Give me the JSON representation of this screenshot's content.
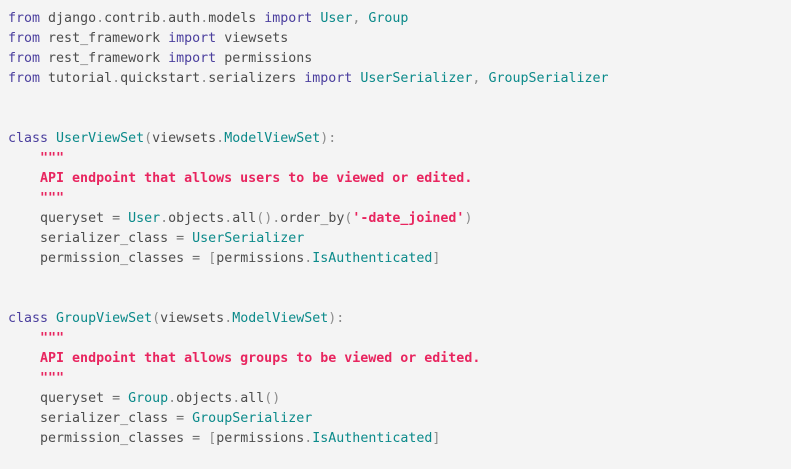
{
  "editor": {
    "language": "python",
    "background_color": "#f4f4f4",
    "colors": {
      "keyword": "#4b3f9e",
      "name": "#0b8a8a",
      "string": "#e8255f",
      "plain": "#4d4d4d",
      "punctuation": "#8c8c8c",
      "operator": "#6e6e6e"
    }
  },
  "code": {
    "lines": [
      {
        "id": 1,
        "tokens": [
          {
            "text": "from",
            "type": "kw"
          },
          {
            "text": " ",
            "type": "plain"
          },
          {
            "text": "django",
            "type": "plain"
          },
          {
            "text": ".",
            "type": "punc"
          },
          {
            "text": "contrib",
            "type": "plain"
          },
          {
            "text": ".",
            "type": "punc"
          },
          {
            "text": "auth",
            "type": "plain"
          },
          {
            "text": ".",
            "type": "punc"
          },
          {
            "text": "models",
            "type": "plain"
          },
          {
            "text": " ",
            "type": "plain"
          },
          {
            "text": "import",
            "type": "kw"
          },
          {
            "text": " ",
            "type": "plain"
          },
          {
            "text": "User",
            "type": "name"
          },
          {
            "text": ",",
            "type": "punc"
          },
          {
            "text": " ",
            "type": "plain"
          },
          {
            "text": "Group",
            "type": "name"
          }
        ]
      },
      {
        "id": 2,
        "tokens": [
          {
            "text": "from",
            "type": "kw"
          },
          {
            "text": " ",
            "type": "plain"
          },
          {
            "text": "rest_framework",
            "type": "plain"
          },
          {
            "text": " ",
            "type": "plain"
          },
          {
            "text": "import",
            "type": "kw"
          },
          {
            "text": " ",
            "type": "plain"
          },
          {
            "text": "viewsets",
            "type": "plain"
          }
        ]
      },
      {
        "id": 3,
        "tokens": [
          {
            "text": "from",
            "type": "kw"
          },
          {
            "text": " ",
            "type": "plain"
          },
          {
            "text": "rest_framework",
            "type": "plain"
          },
          {
            "text": " ",
            "type": "plain"
          },
          {
            "text": "import",
            "type": "kw"
          },
          {
            "text": " ",
            "type": "plain"
          },
          {
            "text": "permissions",
            "type": "plain"
          }
        ]
      },
      {
        "id": 4,
        "tokens": [
          {
            "text": "from",
            "type": "kw"
          },
          {
            "text": " ",
            "type": "plain"
          },
          {
            "text": "tutorial",
            "type": "plain"
          },
          {
            "text": ".",
            "type": "punc"
          },
          {
            "text": "quickstart",
            "type": "plain"
          },
          {
            "text": ".",
            "type": "punc"
          },
          {
            "text": "serializers",
            "type": "plain"
          },
          {
            "text": " ",
            "type": "plain"
          },
          {
            "text": "import",
            "type": "kw"
          },
          {
            "text": " ",
            "type": "plain"
          },
          {
            "text": "UserSerializer",
            "type": "name"
          },
          {
            "text": ",",
            "type": "punc"
          },
          {
            "text": " ",
            "type": "plain"
          },
          {
            "text": "GroupSerializer",
            "type": "name"
          }
        ]
      },
      {
        "id": 5,
        "tokens": []
      },
      {
        "id": 6,
        "tokens": []
      },
      {
        "id": 7,
        "tokens": [
          {
            "text": "class",
            "type": "kw"
          },
          {
            "text": " ",
            "type": "plain"
          },
          {
            "text": "UserViewSet",
            "type": "name"
          },
          {
            "text": "(",
            "type": "punc"
          },
          {
            "text": "viewsets",
            "type": "plain"
          },
          {
            "text": ".",
            "type": "punc"
          },
          {
            "text": "ModelViewSet",
            "type": "name"
          },
          {
            "text": ")",
            "type": "punc"
          },
          {
            "text": ":",
            "type": "punc"
          }
        ]
      },
      {
        "id": 8,
        "tokens": [
          {
            "text": "    ",
            "type": "plain"
          },
          {
            "text": "\"\"\"",
            "type": "str"
          }
        ]
      },
      {
        "id": 9,
        "tokens": [
          {
            "text": "    ",
            "type": "plain"
          },
          {
            "text": "API endpoint that allows users to be viewed or edited.",
            "type": "str"
          }
        ]
      },
      {
        "id": 10,
        "tokens": [
          {
            "text": "    ",
            "type": "plain"
          },
          {
            "text": "\"\"\"",
            "type": "str"
          }
        ]
      },
      {
        "id": 11,
        "tokens": [
          {
            "text": "    ",
            "type": "plain"
          },
          {
            "text": "queryset",
            "type": "plain"
          },
          {
            "text": " ",
            "type": "plain"
          },
          {
            "text": "=",
            "type": "op"
          },
          {
            "text": " ",
            "type": "plain"
          },
          {
            "text": "User",
            "type": "name"
          },
          {
            "text": ".",
            "type": "punc"
          },
          {
            "text": "objects",
            "type": "plain"
          },
          {
            "text": ".",
            "type": "punc"
          },
          {
            "text": "all",
            "type": "plain"
          },
          {
            "text": "()",
            "type": "punc"
          },
          {
            "text": ".",
            "type": "punc"
          },
          {
            "text": "order_by",
            "type": "plain"
          },
          {
            "text": "(",
            "type": "punc"
          },
          {
            "text": "'-date_joined'",
            "type": "str"
          },
          {
            "text": ")",
            "type": "punc"
          }
        ]
      },
      {
        "id": 12,
        "tokens": [
          {
            "text": "    ",
            "type": "plain"
          },
          {
            "text": "serializer_class",
            "type": "plain"
          },
          {
            "text": " ",
            "type": "plain"
          },
          {
            "text": "=",
            "type": "op"
          },
          {
            "text": " ",
            "type": "plain"
          },
          {
            "text": "UserSerializer",
            "type": "name"
          }
        ]
      },
      {
        "id": 13,
        "tokens": [
          {
            "text": "    ",
            "type": "plain"
          },
          {
            "text": "permission_classes",
            "type": "plain"
          },
          {
            "text": " ",
            "type": "plain"
          },
          {
            "text": "=",
            "type": "op"
          },
          {
            "text": " ",
            "type": "plain"
          },
          {
            "text": "[",
            "type": "punc"
          },
          {
            "text": "permissions",
            "type": "plain"
          },
          {
            "text": ".",
            "type": "punc"
          },
          {
            "text": "IsAuthenticated",
            "type": "name"
          },
          {
            "text": "]",
            "type": "punc"
          }
        ]
      },
      {
        "id": 14,
        "tokens": []
      },
      {
        "id": 15,
        "tokens": []
      },
      {
        "id": 16,
        "tokens": [
          {
            "text": "class",
            "type": "kw"
          },
          {
            "text": " ",
            "type": "plain"
          },
          {
            "text": "GroupViewSet",
            "type": "name"
          },
          {
            "text": "(",
            "type": "punc"
          },
          {
            "text": "viewsets",
            "type": "plain"
          },
          {
            "text": ".",
            "type": "punc"
          },
          {
            "text": "ModelViewSet",
            "type": "name"
          },
          {
            "text": ")",
            "type": "punc"
          },
          {
            "text": ":",
            "type": "punc"
          }
        ]
      },
      {
        "id": 17,
        "tokens": [
          {
            "text": "    ",
            "type": "plain"
          },
          {
            "text": "\"\"\"",
            "type": "str"
          }
        ]
      },
      {
        "id": 18,
        "tokens": [
          {
            "text": "    ",
            "type": "plain"
          },
          {
            "text": "API endpoint that allows groups to be viewed or edited.",
            "type": "str"
          }
        ]
      },
      {
        "id": 19,
        "tokens": [
          {
            "text": "    ",
            "type": "plain"
          },
          {
            "text": "\"\"\"",
            "type": "str"
          }
        ]
      },
      {
        "id": 20,
        "tokens": [
          {
            "text": "    ",
            "type": "plain"
          },
          {
            "text": "queryset",
            "type": "plain"
          },
          {
            "text": " ",
            "type": "plain"
          },
          {
            "text": "=",
            "type": "op"
          },
          {
            "text": " ",
            "type": "plain"
          },
          {
            "text": "Group",
            "type": "name"
          },
          {
            "text": ".",
            "type": "punc"
          },
          {
            "text": "objects",
            "type": "plain"
          },
          {
            "text": ".",
            "type": "punc"
          },
          {
            "text": "all",
            "type": "plain"
          },
          {
            "text": "()",
            "type": "punc"
          }
        ]
      },
      {
        "id": 21,
        "tokens": [
          {
            "text": "    ",
            "type": "plain"
          },
          {
            "text": "serializer_class",
            "type": "plain"
          },
          {
            "text": " ",
            "type": "plain"
          },
          {
            "text": "=",
            "type": "op"
          },
          {
            "text": " ",
            "type": "plain"
          },
          {
            "text": "GroupSerializer",
            "type": "name"
          }
        ]
      },
      {
        "id": 22,
        "tokens": [
          {
            "text": "    ",
            "type": "plain"
          },
          {
            "text": "permission_classes",
            "type": "plain"
          },
          {
            "text": " ",
            "type": "plain"
          },
          {
            "text": "=",
            "type": "op"
          },
          {
            "text": " ",
            "type": "plain"
          },
          {
            "text": "[",
            "type": "punc"
          },
          {
            "text": "permissions",
            "type": "plain"
          },
          {
            "text": ".",
            "type": "punc"
          },
          {
            "text": "IsAuthenticated",
            "type": "name"
          },
          {
            "text": "]",
            "type": "punc"
          }
        ]
      },
      {
        "id": 23,
        "tokens": []
      }
    ]
  }
}
